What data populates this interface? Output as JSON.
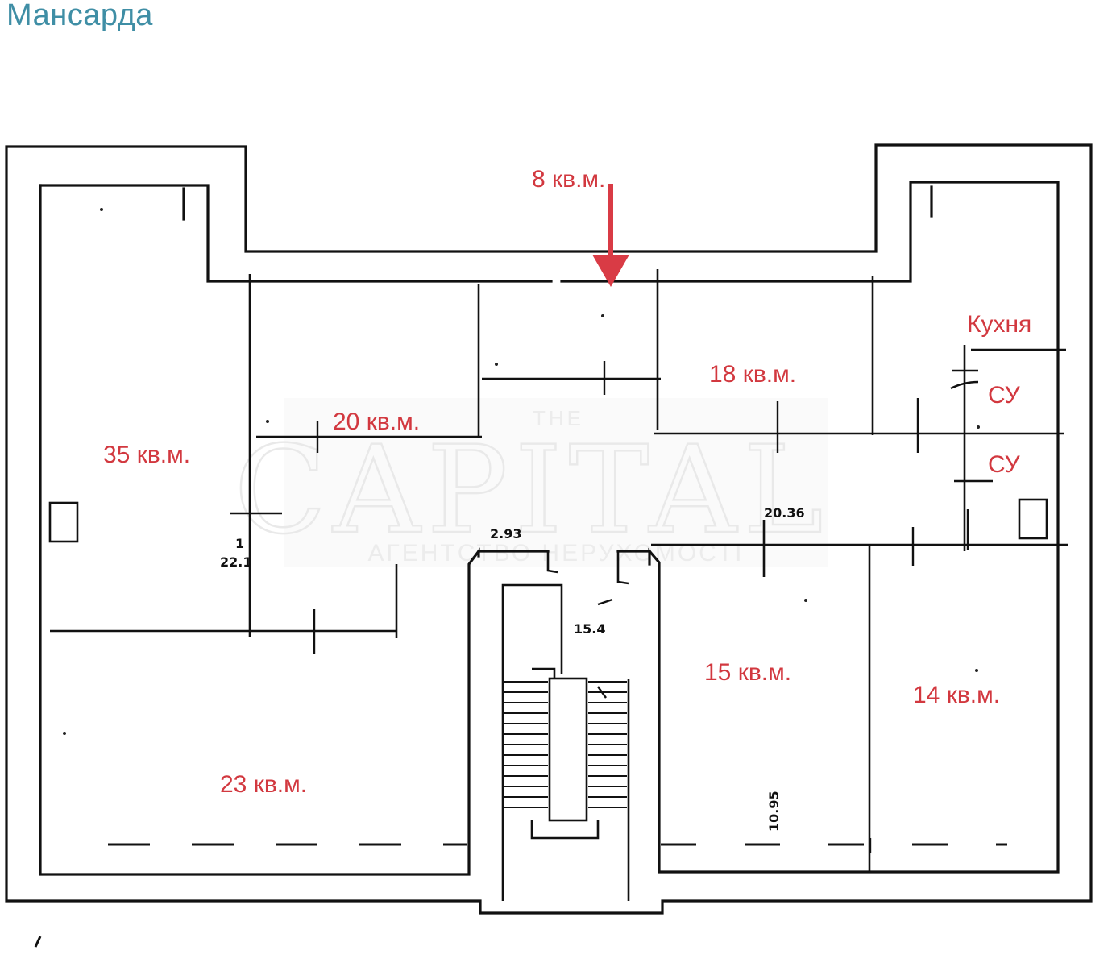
{
  "page": {
    "title": "Мансарда"
  },
  "watermark": {
    "top": "THE",
    "main": "CAPITAL",
    "sub": "АГЕНТСТВО НЕРУХОМОСТІ"
  },
  "rooms": {
    "top_center": "8 кв.м.",
    "left_large": "35 кв.м.",
    "center_left": "20 кв.м.",
    "right_top": "18 кв.м.",
    "kitchen": "Кухня",
    "bath_1": "СУ",
    "bath_2": "СУ",
    "bottom_left": "23 кв.м.",
    "bottom_mid_right": "15 кв.м.",
    "bottom_right": "14 кв.м."
  },
  "dimensions": {
    "d1": "20.36",
    "d2": "2.93",
    "d3": "15.4",
    "d4": "10.95",
    "d5": "22.1",
    "d6": "1"
  },
  "colors": {
    "title": "#3f8ea5",
    "room_label": "#d2383f",
    "arrow": "#d93b45",
    "walls": "#111111"
  }
}
